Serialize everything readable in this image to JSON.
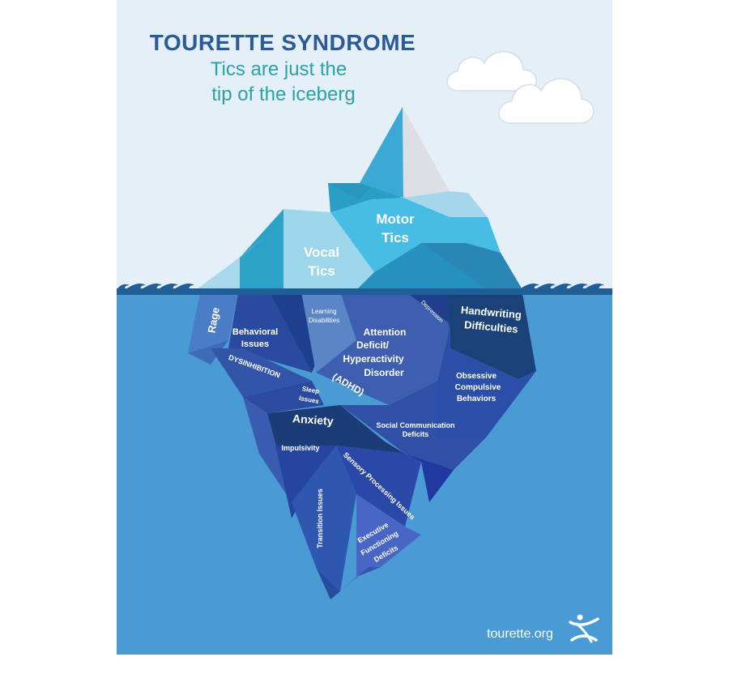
{
  "title": "TOURETTE SYNDROME",
  "subtitle_line1": "Tics are just the",
  "subtitle_line2": "tip of the iceberg",
  "above_water": {
    "motor_tics": [
      "Motor",
      "Tics"
    ],
    "vocal_tics": [
      "Vocal",
      "Tics"
    ]
  },
  "below_water": {
    "rage": "Rage",
    "behavioral_issues": [
      "Behavioral",
      "Issues"
    ],
    "learning_disabilities": [
      "Learning",
      "Disabilities"
    ],
    "depression": "Depression",
    "handwriting_difficulties": [
      "Handwriting",
      "Difficulties"
    ],
    "adhd": [
      "Attention",
      "Deficit/",
      "Hyperactivity",
      "Disorder"
    ],
    "adhd_abbr": "(ADHD)",
    "disinhibition": "DYSINHIBITION",
    "sleep_issues": [
      "Sleep",
      "Issues"
    ],
    "ocb": [
      "Obsessive",
      "Compulsive",
      "Behaviors"
    ],
    "anxiety": "Anxiety",
    "social_communication": [
      "Social Communication",
      "Deficits"
    ],
    "impulsivity": "Impulsivity",
    "sensory_processing": "Sensory Processing Issues",
    "transition_issues": "Transition Issues",
    "executive_functioning": [
      "Executive",
      "Functioning",
      "Deficits"
    ]
  },
  "footer": {
    "website": "tourette.org"
  },
  "colors": {
    "title": "#2a5a9a",
    "subtitle": "#2aa3a8",
    "ocean": "#4a9bd4",
    "wave": "#1f5e96"
  }
}
